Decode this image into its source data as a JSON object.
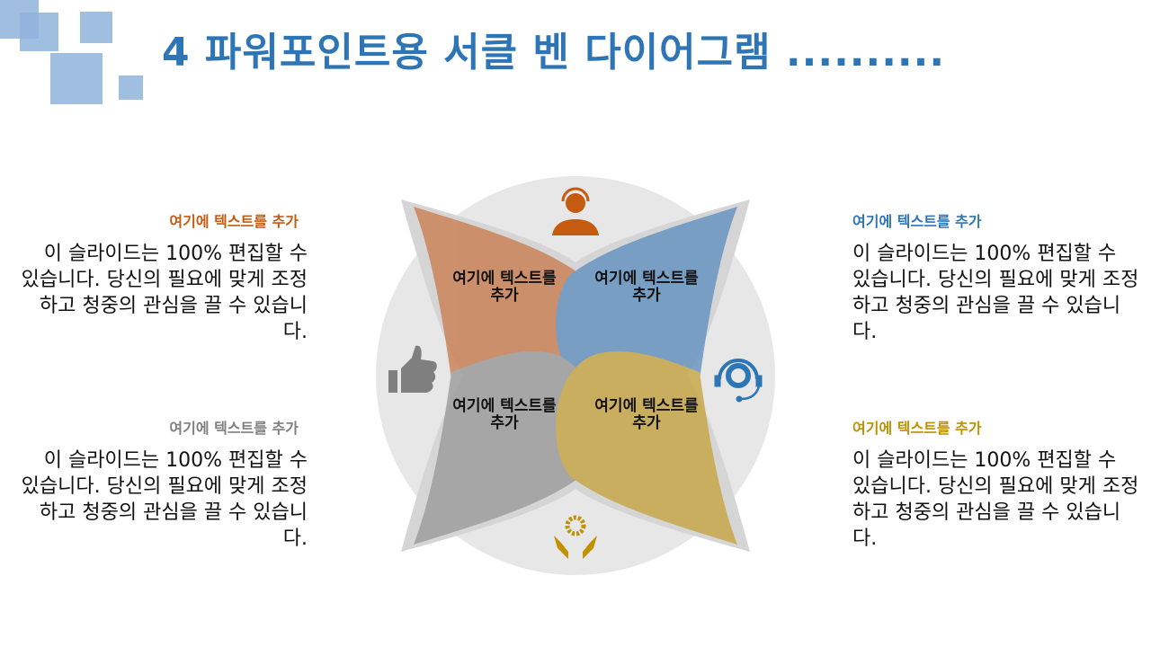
{
  "title": "4 파워포인트용 서클 벤 다이어그램 ..........",
  "colors": {
    "orange": "#c55a11",
    "blue": "#2e75b6",
    "gray": "#7f7f7f",
    "gold": "#bf9000"
  },
  "blocks": [
    {
      "heading": "여기에 텍스트를 추가",
      "body": "이 슬라이드는 100% 편집할 수 있습니다. 당신의 필요에 맞게 조정하고 청중의 관심을 끌 수 있습니다."
    },
    {
      "heading": "여기에 텍스트를 추가",
      "body": "이 슬라이드는 100% 편집할 수 있습니다. 당신의 필요에 맞게 조정하고 청중의 관심을 끌 수 있습니다."
    },
    {
      "heading": "여기에 텍스트를 추가",
      "body": "이 슬라이드는 100% 편집할 수 있습니다. 당신의 필요에 맞게 조정하고 청중의 관심을 끌 수 있습니다."
    },
    {
      "heading": "여기에 텍스트를 추가",
      "body": "이 슬라이드는 100% 편집할 수 있습니다. 당신의 필요에 맞게 조정하고 청중의 관심을 끌 수 있습니다."
    }
  ],
  "petals": [
    "여기에 텍스트를 추가",
    "여기에 텍스트를 추가",
    "여기에 텍스트를 추가",
    "여기에 텍스트를 추가"
  ],
  "icons": [
    "support-agent-icon",
    "headset-gear-icon",
    "thumbs-up-icon",
    "hands-gear-icon"
  ]
}
